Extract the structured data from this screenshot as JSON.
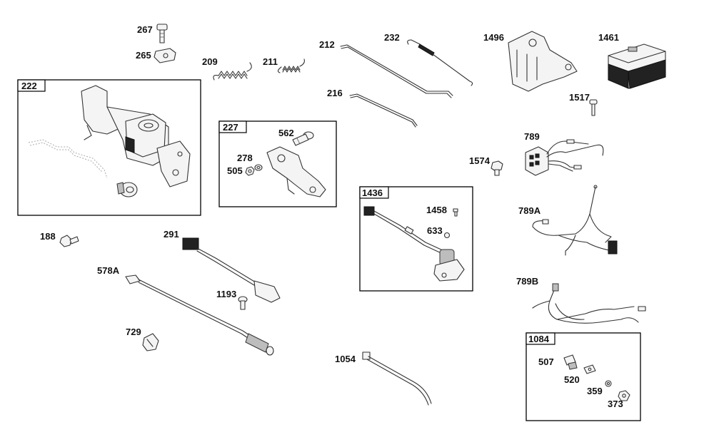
{
  "labels": {
    "p267": "267",
    "p265": "265",
    "p209": "209",
    "p211": "211",
    "p212": "212",
    "p232": "232",
    "p216": "216",
    "p1496": "1496",
    "p1461": "1461",
    "p1517": "1517",
    "p222": "222",
    "p227": "227",
    "p562": "562",
    "p278": "278",
    "p505": "505",
    "p789": "789",
    "p1574": "1574",
    "p1436": "1436",
    "p1458": "1458",
    "p633": "633",
    "p789A": "789A",
    "p188": "188",
    "p291": "291",
    "p578A": "578A",
    "p1193": "1193",
    "p729": "729",
    "p789B": "789B",
    "p1054": "1054",
    "p1084": "1084",
    "p507": "507",
    "p520": "520",
    "p359": "359",
    "p373": "373"
  },
  "colors": {
    "line": "#333333",
    "frame": "#000000",
    "background": "#ffffff"
  }
}
